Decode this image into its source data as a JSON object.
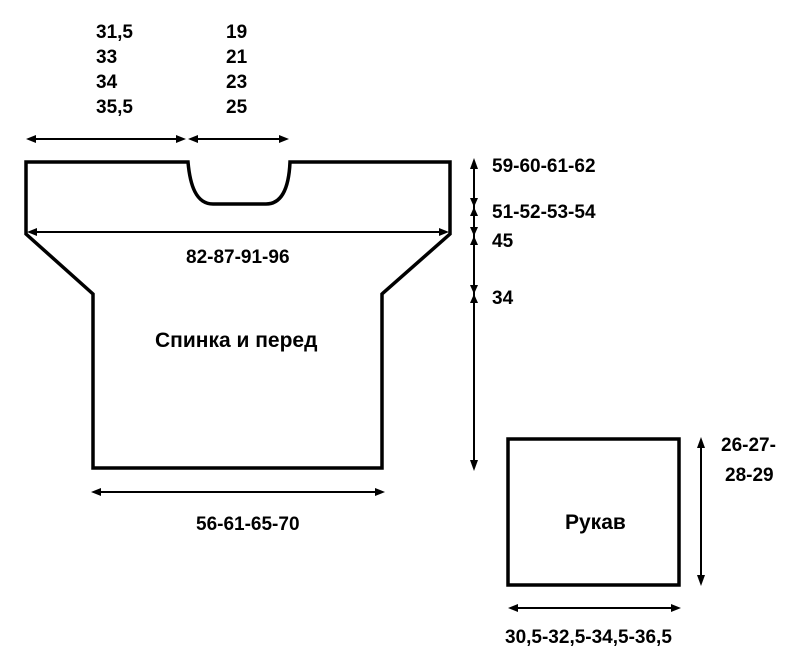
{
  "body_piece": {
    "title": "Спинка и перед",
    "shoulder_widths": [
      "31,5",
      "33",
      "34",
      "35,5"
    ],
    "neck_widths": [
      "19",
      "21",
      "23",
      "25"
    ],
    "chest_width": "82-87-91-96",
    "hem_width": "56-61-65-70",
    "total_length": "59-60-61-62",
    "length_2": "51-52-53-54",
    "length_3": "45",
    "length_4": "34"
  },
  "sleeve_piece": {
    "title": "Рукав",
    "height_line1": "26-27-",
    "height_line2": "28-29",
    "width": "30,5-32,5-34,5-36,5"
  }
}
